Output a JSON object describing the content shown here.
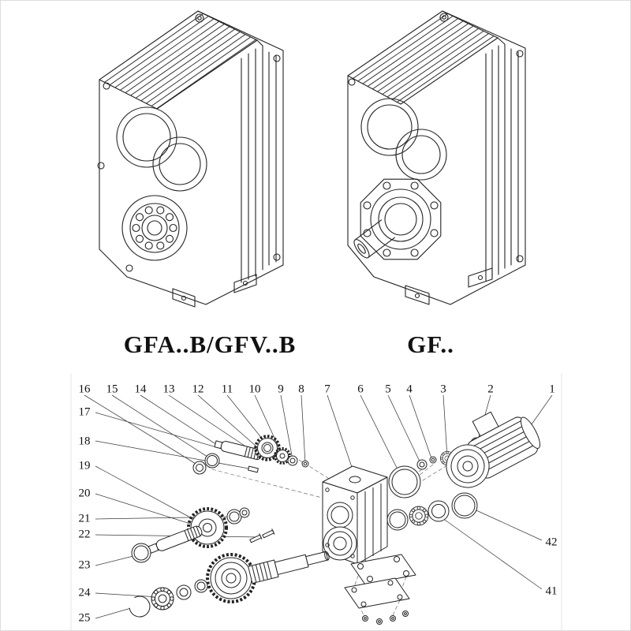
{
  "models": [
    {
      "label": "GFA..B/GFV..B"
    },
    {
      "label": "GF.."
    }
  ],
  "exploded": {
    "top_callouts": [
      "16",
      "15",
      "14",
      "13",
      "12",
      "11",
      "10",
      "9",
      "8",
      "7",
      "6",
      "5",
      "4",
      "3",
      "2",
      "1"
    ],
    "left_callouts": [
      "17",
      "18",
      "19",
      "20",
      "21",
      "22",
      "23",
      "24",
      "25"
    ],
    "right_callouts": [
      "42",
      "41"
    ]
  },
  "colors": {
    "line": "#222222",
    "frame": "#dddddd",
    "background": "#ffffff"
  }
}
